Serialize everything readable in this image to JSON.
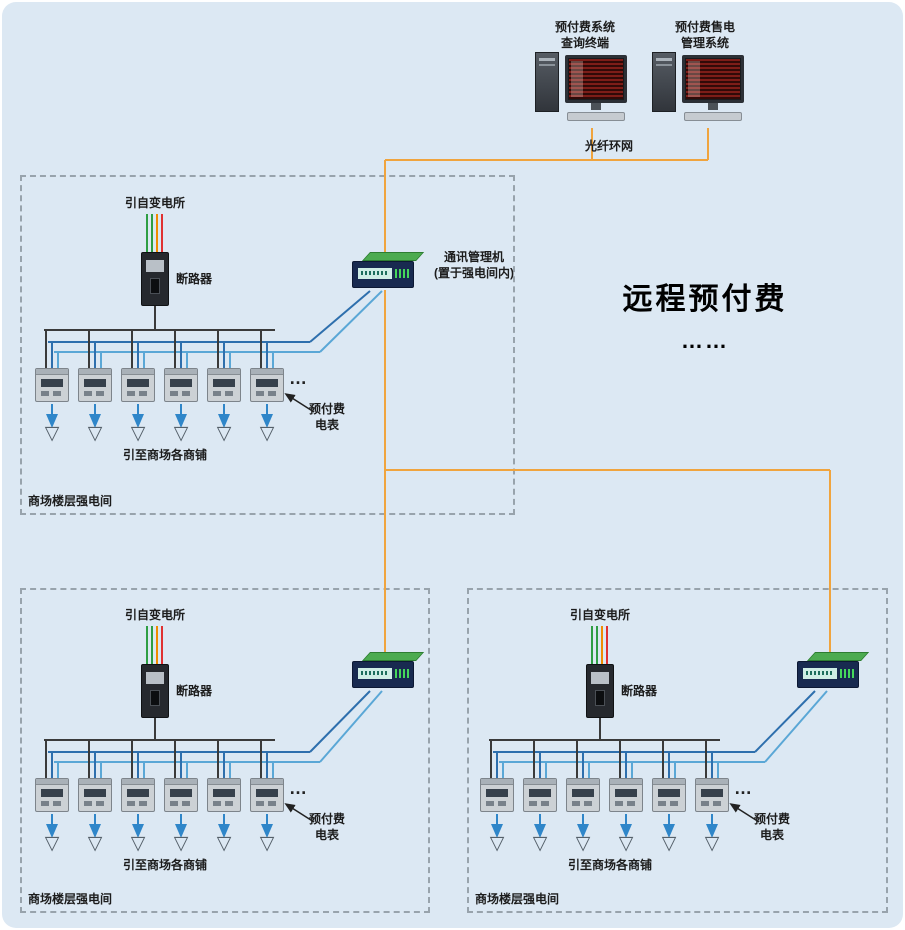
{
  "title": {
    "main": "远程预付费",
    "ellipsis": "……"
  },
  "network": {
    "label": "光纤环网"
  },
  "terminals": [
    {
      "line1": "预付费系统",
      "line2": "查询终端"
    },
    {
      "line1": "预付费售电",
      "line2": "管理系统"
    }
  ],
  "comm_manager": {
    "line1": "通讯管理机",
    "line2": "(置于强电间内)"
  },
  "rooms": [
    {
      "label": "商场楼层强电间"
    },
    {
      "label": "商场楼层强电间"
    },
    {
      "label": "商场楼层强电间"
    }
  ],
  "component_labels": {
    "substation": "引自变电所",
    "breaker": "断路器",
    "meter_line1": "预付费",
    "meter_line2": "电表",
    "shops": "引至商场各商铺",
    "dots": "…"
  },
  "colors": {
    "background": "#dce8f3",
    "fiber_line": "#f0a43e",
    "comm_line": "#2e6fad",
    "comm_line_light": "#5aa7d6",
    "power_line": "#3a3a3a",
    "arrow_blue": "#2f86c9"
  }
}
